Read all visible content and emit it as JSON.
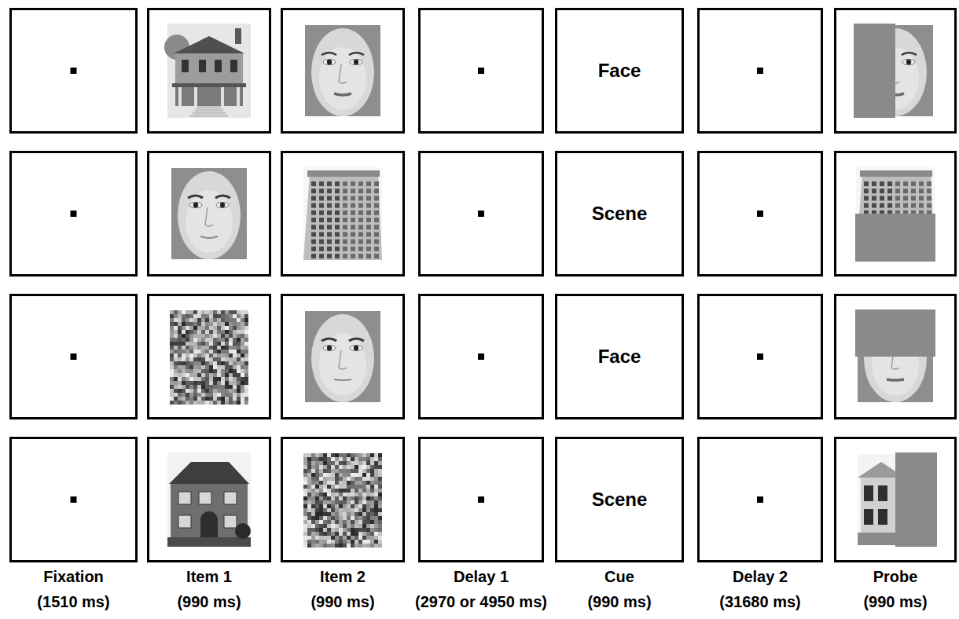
{
  "diagram": {
    "nodes": [
      {
        "text": [
          "Face"
        ]
      },
      {
        "text": [
          "Scene"
        ]
      },
      {
        "text": [
          "Face"
        ]
      },
      {
        "text": [
          "Scene"
        ]
      }
    ],
    "labels": [
      "Fixation",
      "(1510 ms)",
      "Item 1",
      "(990 ms)",
      "Item 2",
      "(990 ms)",
      "Delay 1",
      "(2970 or 4950 ms)",
      "Cue",
      "(990 ms)",
      "Delay 2",
      "(31680 ms)",
      "Probe",
      "(990 ms)"
    ]
  }
}
